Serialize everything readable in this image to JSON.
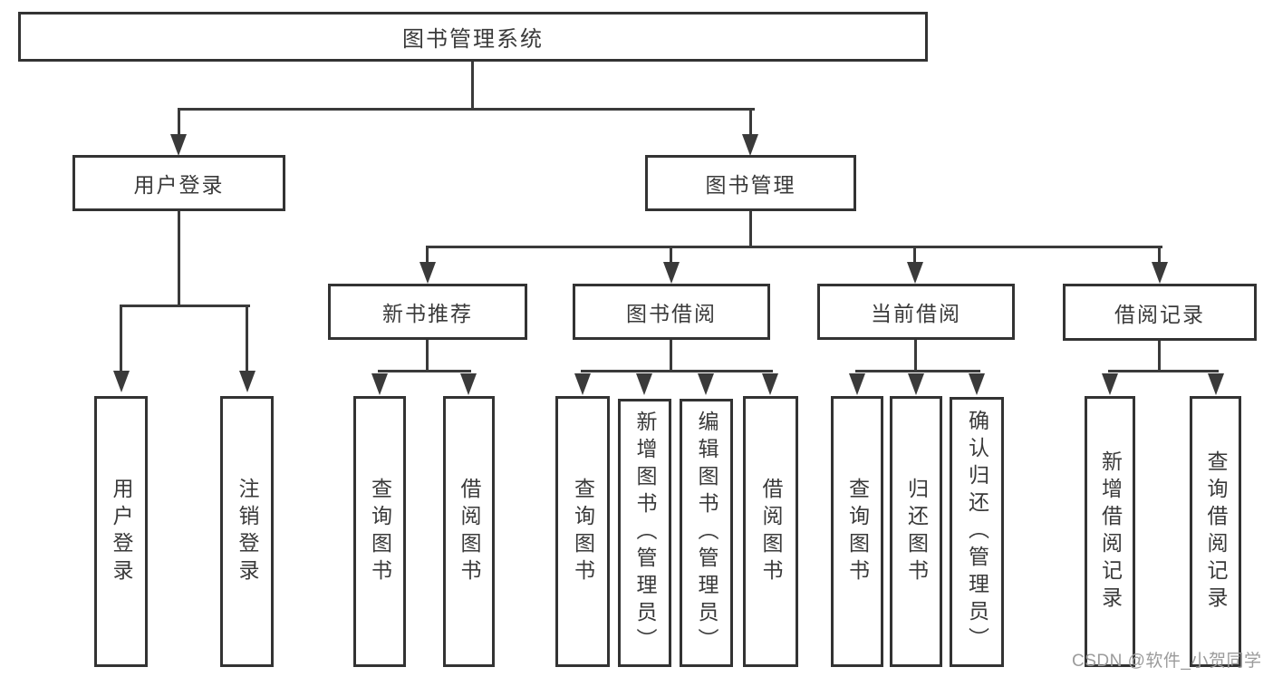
{
  "diagram": {
    "type": "hierarchy-tree",
    "colors": {
      "background": "#ffffff",
      "box_border": "#333333",
      "line": "#3a3a3a",
      "text": "#3a3a3a",
      "watermark": "#9b9b9b"
    },
    "nodes": {
      "root": {
        "label": "图书管理系统"
      },
      "login": {
        "label": "用户登录"
      },
      "mgmt": {
        "label": "图书管理"
      },
      "login_user": {
        "label": "用户登录"
      },
      "login_logout": {
        "label": "注销登录"
      },
      "recommend": {
        "label": "新书推荐"
      },
      "borrow": {
        "label": "图书借阅"
      },
      "current": {
        "label": "当前借阅"
      },
      "records": {
        "label": "借阅记录"
      },
      "rec_query": {
        "label": "查询图书"
      },
      "rec_borrow": {
        "label": "借阅图书"
      },
      "bor_query": {
        "label": "查询图书"
      },
      "bor_add": {
        "label": "新增图书（管理员）"
      },
      "bor_edit": {
        "label": "编辑图书（管理员）"
      },
      "bor_borrow": {
        "label": "借阅图书"
      },
      "cur_query": {
        "label": "查询图书"
      },
      "cur_return": {
        "label": "归还图书"
      },
      "cur_confirm": {
        "label": "确认归还（管理员）"
      },
      "recd_add": {
        "label": "新增借阅记录"
      },
      "recd_query": {
        "label": "查询借阅记录"
      }
    },
    "edges": [
      [
        "root",
        "login"
      ],
      [
        "root",
        "mgmt"
      ],
      [
        "login",
        "login_user"
      ],
      [
        "login",
        "login_logout"
      ],
      [
        "mgmt",
        "recommend"
      ],
      [
        "mgmt",
        "borrow"
      ],
      [
        "mgmt",
        "current"
      ],
      [
        "mgmt",
        "records"
      ],
      [
        "recommend",
        "rec_query"
      ],
      [
        "recommend",
        "rec_borrow"
      ],
      [
        "borrow",
        "bor_query"
      ],
      [
        "borrow",
        "bor_add"
      ],
      [
        "borrow",
        "bor_edit"
      ],
      [
        "borrow",
        "bor_borrow"
      ],
      [
        "current",
        "cur_query"
      ],
      [
        "current",
        "cur_return"
      ],
      [
        "current",
        "cur_confirm"
      ],
      [
        "records",
        "recd_add"
      ],
      [
        "records",
        "recd_query"
      ]
    ],
    "watermark": "CSDN @软件_小贺同学"
  }
}
